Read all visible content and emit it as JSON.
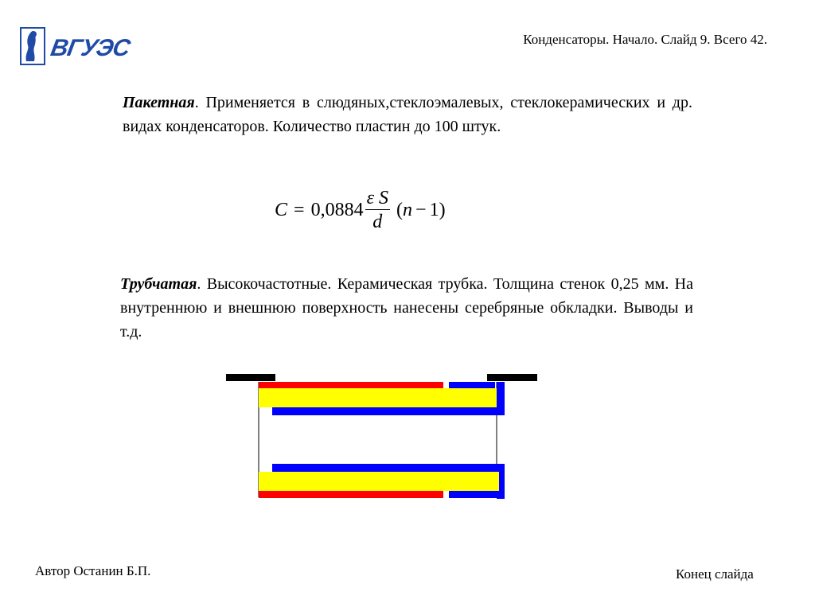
{
  "header": {
    "title": "Конденсаторы. Начало. Слайд 9. Всего 42."
  },
  "logo": {
    "text": "ВГУЭС"
  },
  "paragraph1": {
    "term": "Пакетная",
    "text": ". Применяется в слюдяных,стеклоэмалевых, стеклокерамических и др. видах конденсаторов. Количество пластин до 100 штук."
  },
  "formula": {
    "lhs": "C",
    "equals": "=",
    "coef": "0,0884",
    "numerator": "ε S",
    "denominator": "d",
    "open": "(",
    "n": "n",
    "minus": "−",
    "one": "1",
    "close": ")"
  },
  "paragraph2": {
    "term": "Трубчатая",
    "text": ". Высокочастотные. Керамическая трубка. Толщина стенок 0,25 мм. На внутреннюю и внешнюю поверхность нанесены серебряные обкладки. Выводы и т.д."
  },
  "colors": {
    "ceramic": "#ffff00",
    "outer_plate": "#ff0000",
    "inner_plate": "#0000ff",
    "lead": "#000000",
    "logo": "#1f4aa8"
  },
  "footer": {
    "author": "Автор Останин Б.П.",
    "end": "Конец слайда"
  }
}
